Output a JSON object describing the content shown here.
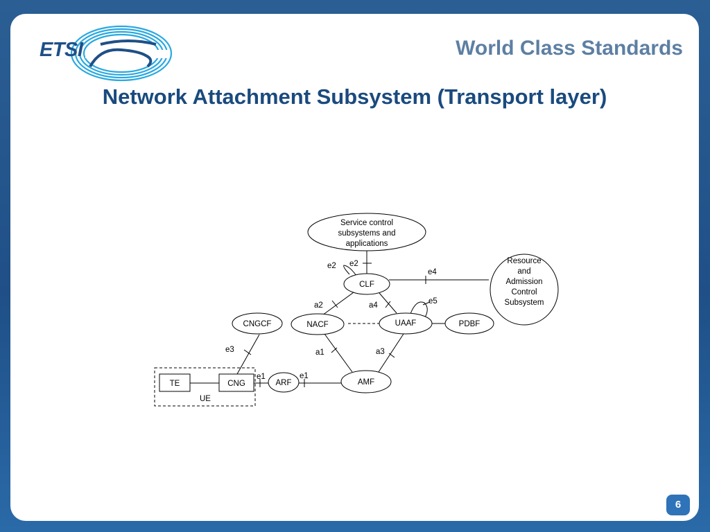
{
  "header": {
    "logo_text": "ETSI",
    "tagline": "World Class Standards"
  },
  "slide": {
    "title": "Network Attachment Subsystem (Transport layer)",
    "page_number": "6"
  },
  "diagram": {
    "nodes": {
      "service_control": [
        "Service control",
        "subsystems and",
        "applications"
      ],
      "racs": [
        "Resource",
        "and",
        "Admission",
        "Control",
        "Subsystem"
      ],
      "clf": "CLF",
      "nacf": "NACF",
      "uaaf": "UAAF",
      "pdbf": "PDBF",
      "cngcf": "CNGCF",
      "amf": "AMF",
      "arf": "ARF",
      "te": "TE",
      "cng": "CNG",
      "ue": "UE"
    },
    "interfaces": {
      "e2_loop": "e2",
      "e2_top": "e2",
      "e4": "e4",
      "a2": "a2",
      "a4": "a4",
      "e5": "e5",
      "e3": "e3",
      "a1": "a1",
      "a3": "a3",
      "e1_left": "e1",
      "e1_right": "e1"
    }
  }
}
